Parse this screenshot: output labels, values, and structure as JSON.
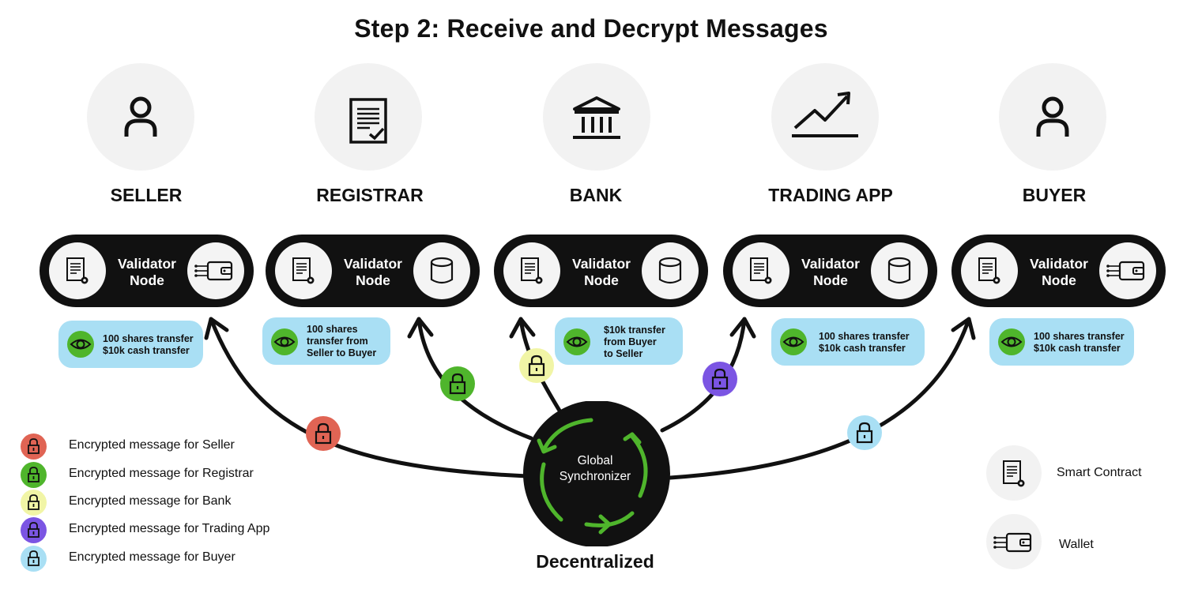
{
  "title": "Step 2: Receive and Decrypt Messages",
  "parties": [
    {
      "name": "SELLER",
      "icon": "person-icon",
      "node_label_1": "Validator",
      "node_label_2": "Node",
      "left_icon": "smart-contract-icon",
      "right_icon": "wallet-icon",
      "message_lines": [
        "100 shares transfer",
        "$10k cash transfer"
      ],
      "lock_color": "#e06454"
    },
    {
      "name": "REGISTRAR",
      "icon": "document-check-icon",
      "node_label_1": "Validator",
      "node_label_2": "Node",
      "left_icon": "smart-contract-icon",
      "right_icon": "database-icon",
      "message_lines": [
        "100 shares",
        "transfer from",
        "Seller to Buyer"
      ],
      "lock_color": "#4fb52c"
    },
    {
      "name": "BANK",
      "icon": "bank-icon",
      "node_label_1": "Validator",
      "node_label_2": "Node",
      "left_icon": "smart-contract-icon",
      "right_icon": "database-icon",
      "message_lines": [
        "$10k transfer",
        "from Buyer",
        "to Seller"
      ],
      "lock_color": "#f1f5a6"
    },
    {
      "name": "TRADING APP",
      "icon": "trend-chart-icon",
      "node_label_1": "Validator",
      "node_label_2": "Node",
      "left_icon": "smart-contract-icon",
      "right_icon": "database-icon",
      "message_lines": [
        "100 shares transfer",
        "$10k cash transfer"
      ],
      "lock_color": "#7b55e3"
    },
    {
      "name": "BUYER",
      "icon": "person-icon",
      "node_label_1": "Validator",
      "node_label_2": "Node",
      "left_icon": "smart-contract-icon",
      "right_icon": "wallet-icon",
      "message_lines": [
        "100 shares transfer",
        "$10k cash transfer"
      ],
      "lock_color": "#a9dff4"
    }
  ],
  "synchronizer": {
    "line1": "Global",
    "line2": "Synchronizer",
    "arrow_color": "#4fb52c"
  },
  "caption": "Decentralized",
  "legend": [
    {
      "color": "#e06454",
      "label": "Encrypted message for Seller"
    },
    {
      "color": "#4fb52c",
      "label": "Encrypted message for Registrar"
    },
    {
      "color": "#f1f5a6",
      "label": "Encrypted message for Bank"
    },
    {
      "color": "#7b55e3",
      "label": "Encrypted message for Trading App"
    },
    {
      "color": "#a9dff4",
      "label": "Encrypted message for Buyer"
    }
  ],
  "key": [
    {
      "icon": "smart-contract-icon",
      "label": "Smart Contract"
    },
    {
      "icon": "wallet-icon",
      "label": "Wallet"
    }
  ]
}
